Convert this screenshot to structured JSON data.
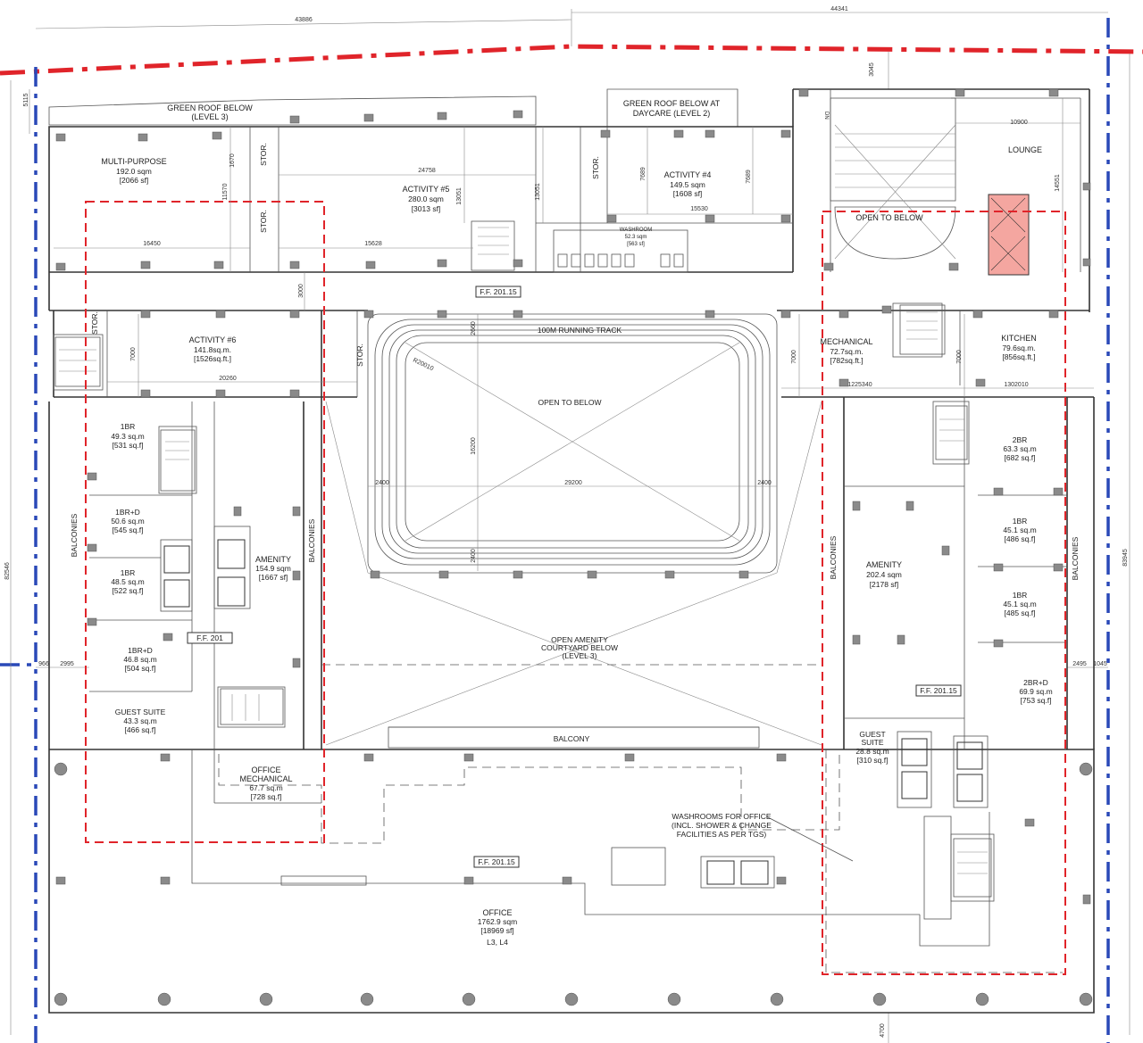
{
  "colors": {
    "property_line_red": "#e0242a",
    "property_line_blue": "#2a49b8",
    "walls": "#333333",
    "columns": "#8a8a8a",
    "elevator_fill": "#f4a6a0"
  },
  "overall_dims": {
    "top_left": "43886",
    "top_right": "44341",
    "left": "82546",
    "right": "83945",
    "left_offset": "5115",
    "right_top": "3045",
    "bottom_right": "4700",
    "left_w1": "966",
    "left_w2": "2995",
    "right_w1": "2495",
    "right_w2": "1045"
  },
  "top_band": {
    "green_roof_level3": [
      "GREEN ROOF BELOW",
      "(LEVEL 3)"
    ],
    "green_roof_daycare": [
      "GREEN ROOF BELOW AT",
      "DAYCARE (LEVEL 2)"
    ]
  },
  "rooms": {
    "multi_purpose": [
      "MULTI-PURPOSE",
      "192.0 sqm",
      "[2066 sf]"
    ],
    "activity5": [
      "ACTIVITY #5",
      "280.0 sqm",
      "[3013 sf]"
    ],
    "activity4": [
      "ACTIVITY #4",
      "149.5 sqm",
      "[1608 sf]"
    ],
    "washroom": [
      "WASHROOM",
      "52.3 sqm",
      "[563 sf]"
    ],
    "lounge": "LOUNGE",
    "activity6": [
      "ACTIVITY #6",
      "141.8sq.m.",
      "[1526sq.ft.]"
    ],
    "mechanical": [
      "MECHANICAL",
      "72.7sq.m.",
      "[782sq.ft.]"
    ],
    "kitchen": [
      "KITCHEN",
      "79.6sq.m.",
      "[856sq.ft.]"
    ],
    "left_units": [
      [
        "1BR",
        "49.3 sq.m",
        "[531 sq.f]"
      ],
      [
        "1BR+D",
        "50.6 sq.m",
        "[545 sq.f]"
      ],
      [
        "1BR",
        "48.5 sq.m",
        "[522 sq.f]"
      ],
      [
        "1BR+D",
        "46.8 sq.m",
        "[504 sq.f]"
      ],
      [
        "GUEST SUITE",
        "43.3 sq.m",
        "[466 sq.f]"
      ]
    ],
    "amenity_left": [
      "AMENITY",
      "154.9 sqm",
      "[1667 sf]"
    ],
    "amenity_right": [
      "AMENITY",
      "202.4 sqm",
      "[2178 sf]"
    ],
    "right_units": [
      [
        "2BR",
        "63.3 sq.m",
        "[682 sq.f]"
      ],
      [
        "1BR",
        "45.1 sq.m",
        "[486 sq.f]"
      ],
      [
        "1BR",
        "45.1 sq.m",
        "[485 sq.f]"
      ],
      [
        "2BR+D",
        "69.9 sq.m",
        "[753 sq.f]"
      ]
    ],
    "guest_suite_right": [
      "GUEST",
      "SUITE",
      "28.8 sq.m",
      "[310 sq.f]"
    ],
    "office_mechanical": [
      "OFFICE",
      "MECHANICAL",
      "67.7 sq.m",
      "[728 sq.f]"
    ],
    "office": [
      "OFFICE",
      "1762.9 sqm",
      "[18969 sf]",
      "L3, L4"
    ]
  },
  "labels": {
    "stor": "STOR.",
    "balconies": "BALCONIES",
    "balcony": "BALCONY",
    "running_track": "100M RUNNING TRACK",
    "open_to_below": "OPEN TO BELOW",
    "open_amenity": [
      "OPEN AMENITY",
      "COURTYARD BELOW",
      "(LEVEL 3)"
    ],
    "washrooms_office": [
      "WASHROOMS FOR OFFICE",
      "(INCL. SHOWER & CHANGE",
      "FACILITIES AS PER TGS)"
    ],
    "ff_tag": "F.F. 201.15",
    "ff_tag_short": "F.F. 201",
    "dn": "DN"
  },
  "dims": {
    "d16450": "16450",
    "d15628": "15628",
    "d24758": "24758",
    "d13051": "13051",
    "d13051b": "13051",
    "d7689": "7689",
    "d7689b": "7689",
    "d15530": "15530",
    "d10900": "10900",
    "d14551": "14551",
    "d3000": "3000",
    "d2660": "2660",
    "r20010": "R20010",
    "d20260": "20260",
    "d16200": "16200",
    "d29200": "29200",
    "d2400a": "2400",
    "d2400b": "2400",
    "d2400c": "2400",
    "d7000a": "7000",
    "d7000b": "7000",
    "d7000c": "7000",
    "d1225340": "1225340",
    "d1302010": "1302010",
    "d11570": "11570",
    "d1670": "1670"
  }
}
